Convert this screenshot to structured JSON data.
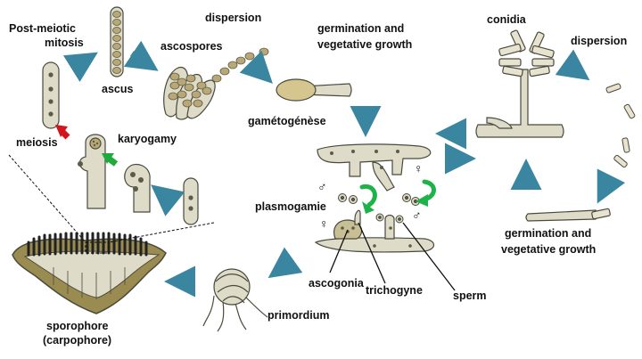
{
  "labels": {
    "post_meiotic_1": "Post-meiotic",
    "post_meiotic_2": "mitosis",
    "ascus": "ascus",
    "dispersion_left": "dispersion",
    "ascospores": "ascospores",
    "germination_top_1": "germination and",
    "germination_top_2": "vegetative growth",
    "conidia": "conidia",
    "dispersion_right": "dispersion",
    "meiosis": "meiosis",
    "karyogamy": "karyogamy",
    "gametogenese": "gamétogénèse",
    "plasmogamie": "plasmogamie",
    "male_symbol": "♂",
    "female_symbol": "♀",
    "germination_bottom_1": "germination and",
    "germination_bottom_2": "vegetative growth",
    "ascogonia": "ascogonia",
    "trichogyne": "trichogyne",
    "sperm": "sperm",
    "primordium": "primordium",
    "sporophore_1": "sporophore",
    "sporophore_2": "(carpophore)"
  },
  "colors": {
    "cycle_arrow": "#3a86a0",
    "meiosis_arrow": "#d0161b",
    "karyogamy_arrow": "#1eaa3c",
    "curved_arrow": "#1eb24a",
    "cell_fill": "#dedbc8",
    "cell_stroke": "#4a4a3c",
    "spore_fill": "#b9a876",
    "nucleus": "#5b5b48",
    "fruit_body": "#9a8c50"
  }
}
